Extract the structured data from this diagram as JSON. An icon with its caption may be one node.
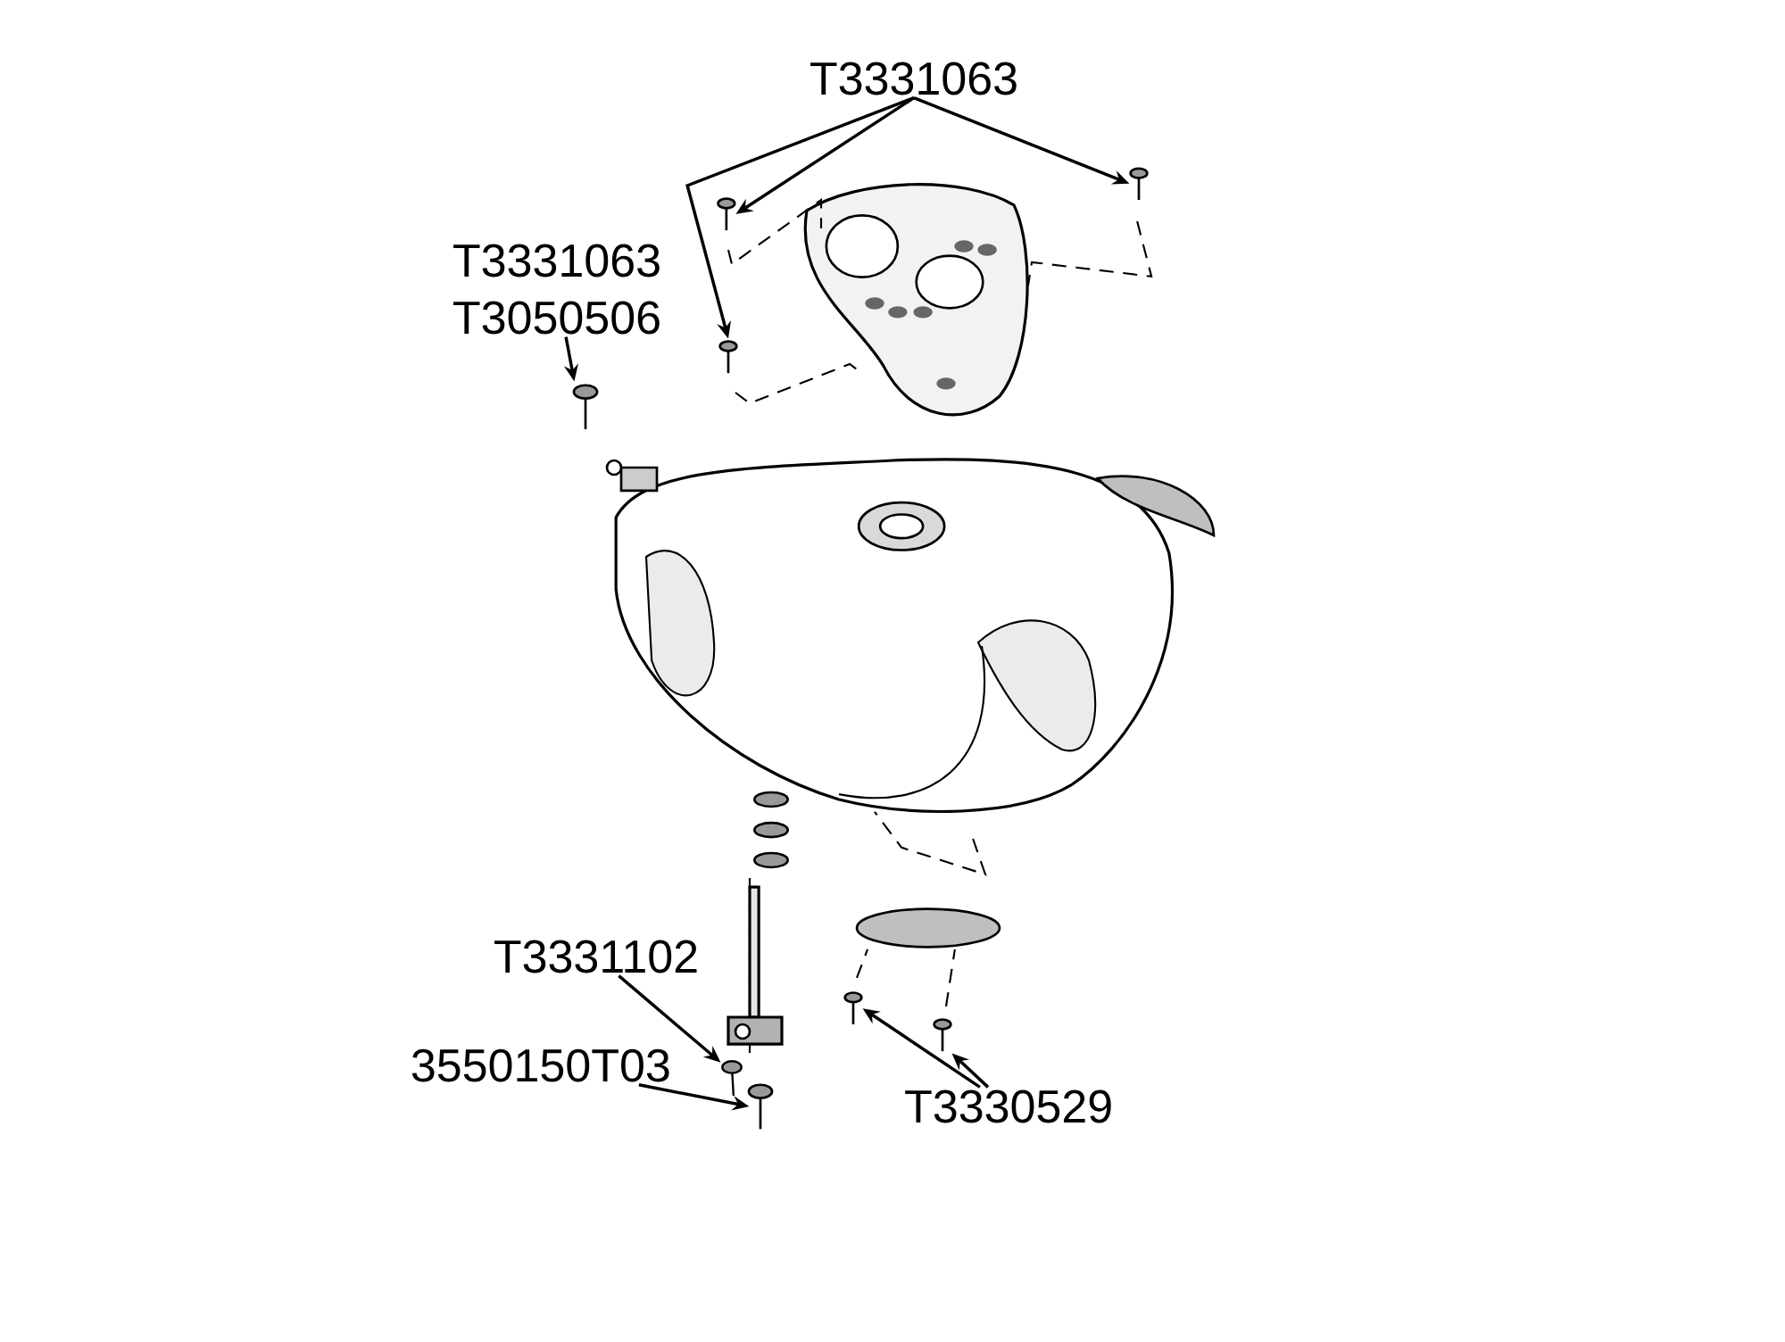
{
  "diagram": {
    "nodes": [
      {
        "text": [
          "T3331063"
        ]
      },
      {
        "text": [],
        "shape": "screw"
      },
      {
        "text": [],
        "shape": "screw"
      },
      {
        "text": [],
        "shape": "screw"
      },
      {
        "text": [
          "T3331063",
          "T3050506"
        ]
      },
      {
        "text": [],
        "shape": "bolt"
      },
      {
        "text": [
          "T3331102"
        ]
      },
      {
        "text": [],
        "shape": "picture"
      },
      {
        "text": [
          "3550150T03"
        ]
      },
      {
        "text": [],
        "shape": "bolt"
      },
      {
        "text": [
          "T3330529"
        ]
      },
      {
        "text": [],
        "shape": "screw"
      },
      {
        "text": [],
        "shape": "screw"
      }
    ],
    "edges": [
      {
        "from": 0,
        "to": 1,
        "arrow": "to"
      },
      {
        "from": 0,
        "to": 2,
        "arrow": "to"
      },
      {
        "from": 0,
        "to": 3,
        "arrow": "to"
      },
      {
        "from": 4,
        "to": 5,
        "arrow": "to"
      },
      {
        "from": 6,
        "to": 7,
        "arrow": "to"
      },
      {
        "from": 8,
        "to": 9,
        "arrow": "to"
      },
      {
        "from": 10,
        "to": 11,
        "arrow": "to"
      },
      {
        "from": 10,
        "to": 12,
        "arrow": "to"
      }
    ]
  }
}
